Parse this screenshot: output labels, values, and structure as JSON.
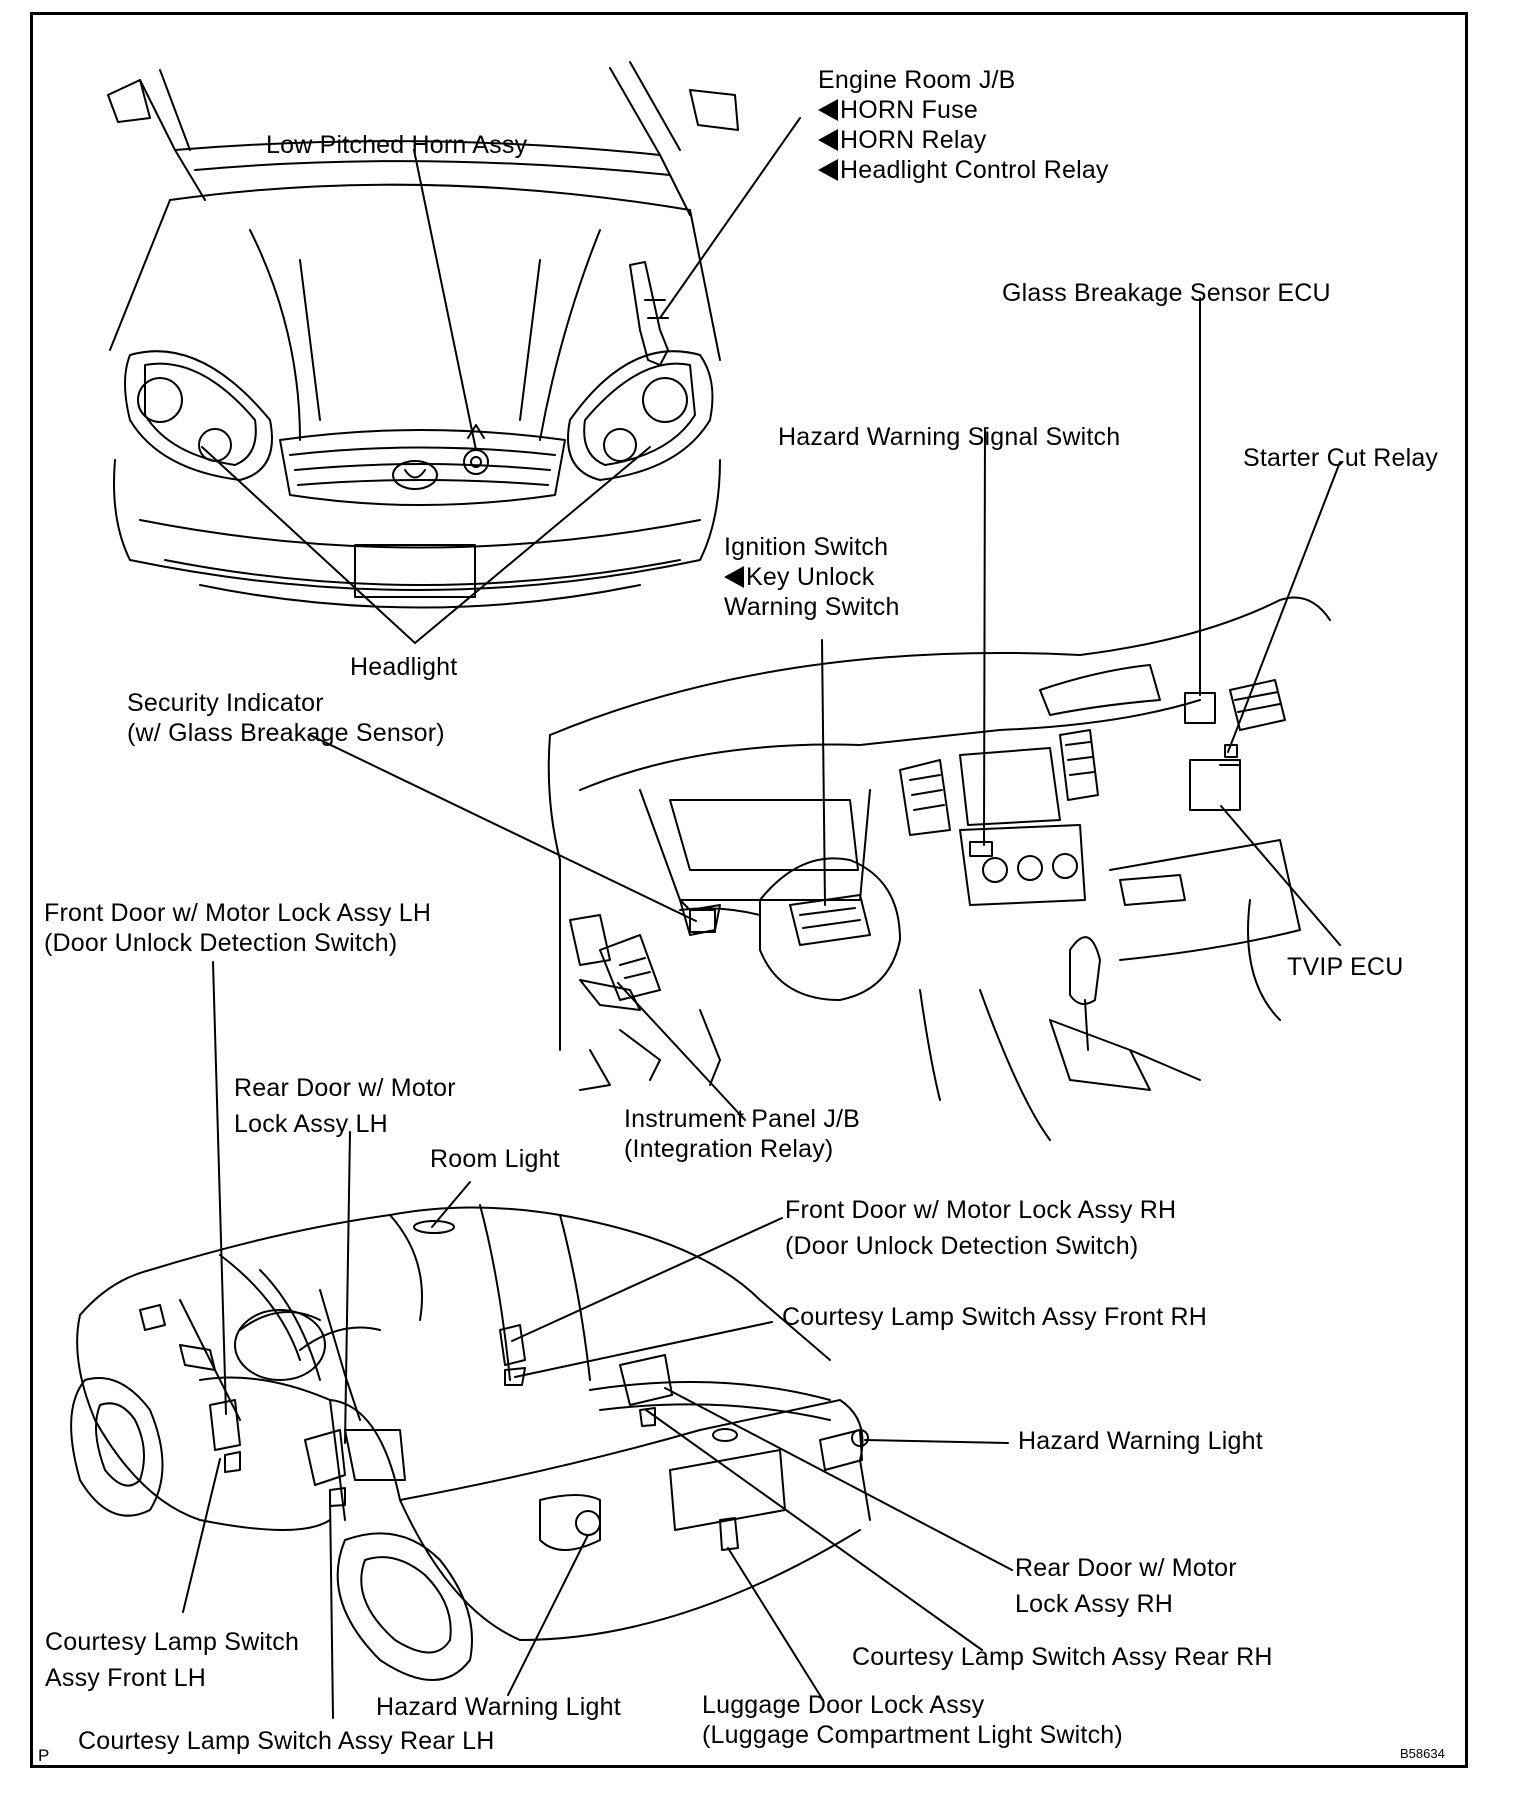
{
  "labels": {
    "engine_room_jb": "Engine Room J/B",
    "horn_fuse": "HORN Fuse",
    "horn_relay": "HORN Relay",
    "headlight_control_relay": "Headlight Control Relay",
    "low_pitched_horn": "Low Pitched Horn Assy",
    "glass_breakage_ecu": "Glass Breakage Sensor ECU",
    "hazard_switch": "Hazard Warning Signal Switch",
    "starter_cut_relay": "Starter Cut Relay",
    "ignition_switch": "Ignition Switch",
    "key_unlock_1": "Key Unlock",
    "key_unlock_2": "Warning Switch",
    "headlight": "Headlight",
    "security_indicator_1": "Security Indicator",
    "security_indicator_2": "(w/ Glass Breakage Sensor)",
    "front_door_lh_1": "Front Door w/ Motor Lock Assy LH",
    "front_door_lh_2": "(Door Unlock Detection Switch)",
    "tvip_ecu": "TVIP ECU",
    "rear_door_lh_1": "Rear Door w/ Motor",
    "rear_door_lh_2": "Lock Assy LH",
    "instrument_jb_1": "Instrument Panel J/B",
    "instrument_jb_2": "(Integration Relay)",
    "room_light": "Room Light",
    "front_door_rh_1": "Front Door w/ Motor Lock Assy RH",
    "front_door_rh_2": "(Door Unlock Detection Switch)",
    "courtesy_front_rh": "Courtesy Lamp Switch Assy Front RH",
    "hazard_light_right": "Hazard Warning Light",
    "rear_door_rh_1": "Rear Door w/ Motor",
    "rear_door_rh_2": "Lock Assy RH",
    "courtesy_front_lh_1": "Courtesy Lamp Switch",
    "courtesy_front_lh_2": "Assy Front LH",
    "courtesy_rear_rh": "Courtesy Lamp Switch Assy Rear RH",
    "hazard_light_bottom": "Hazard Warning Light",
    "luggage_lock_1": "Luggage Door Lock Assy",
    "luggage_lock_2": "(Luggage Compartment Light Switch)",
    "courtesy_rear_lh": "Courtesy Lamp Switch Assy Rear LH"
  },
  "figure_code": "B58634",
  "corner_mark": "P",
  "icons": [
    "pointer-triangle-icon"
  ]
}
